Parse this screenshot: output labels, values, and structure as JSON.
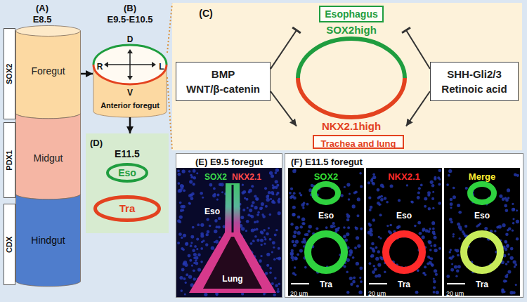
{
  "diagram": {
    "nodes": [
      {
        "text": [
          "SOX2"
        ]
      },
      {
        "text": [
          "Foregut"
        ]
      },
      {
        "text": [
          "PDX1"
        ]
      },
      {
        "text": [
          "Midgut"
        ]
      },
      {
        "text": [
          "CDX"
        ]
      },
      {
        "text": [
          "Hindgut"
        ]
      },
      {
        "text": [
          "Anterior foregut"
        ]
      },
      {
        "text": [
          "(C)"
        ]
      },
      {
        "text": [
          "Esophagus"
        ],
        "in": 7
      },
      {
        "text": [
          "BMP",
          "WNT/β-catenin"
        ],
        "in": 7
      },
      {
        "text": [
          "SOX2high",
          "NKX2.1high"
        ],
        "in": 7
      },
      {
        "text": [
          "SHH-Gli2/3",
          "Retinoic acid"
        ],
        "in": 7
      },
      {
        "text": [
          "Trachea and lung"
        ],
        "in": 7
      },
      {
        "text": [
          "(D)",
          "E11.5"
        ]
      },
      {
        "text": [
          "Eso"
        ],
        "in": 13
      },
      {
        "text": [
          "Tra"
        ],
        "in": 13
      },
      {
        "text": [
          "(E) E9.5 foregut"
        ]
      },
      {
        "text": [
          "SOX2",
          "NKX2.1",
          "Eso",
          "Lung"
        ],
        "in": 16
      },
      {
        "text": [
          "(F) E11.5 foregut"
        ]
      },
      {
        "text": [
          "SOX2",
          "Eso",
          "Tra",
          "20 µm"
        ],
        "in": 18
      },
      {
        "text": [
          "NKX2.1",
          "Eso",
          "Tra",
          "20 µm"
        ],
        "in": 18
      },
      {
        "text": [
          "Merge",
          "Eso",
          "Tra",
          "20 µm"
        ],
        "in": 18
      }
    ],
    "edges": [
      {
        "from": 1,
        "to": 6,
        "arrow": "to"
      },
      {
        "from": 6,
        "to": 13,
        "arrow": "to"
      },
      {
        "from": 6,
        "to": 7,
        "arrow": "none"
      },
      {
        "from": 6,
        "to": 7,
        "arrow": "none"
      },
      {
        "from": 9,
        "to": 10,
        "arrow": "to"
      },
      {
        "from": 9,
        "to": 10,
        "arrow": "to"
      },
      {
        "from": 11,
        "to": 10,
        "arrow": "to"
      },
      {
        "from": 11,
        "to": 10,
        "arrow": "to"
      }
    ],
    "labels": [
      "(A)",
      "E8.5",
      "(B)",
      "E9.5-E10.5",
      "D",
      "R",
      "L",
      "V"
    ]
  }
}
